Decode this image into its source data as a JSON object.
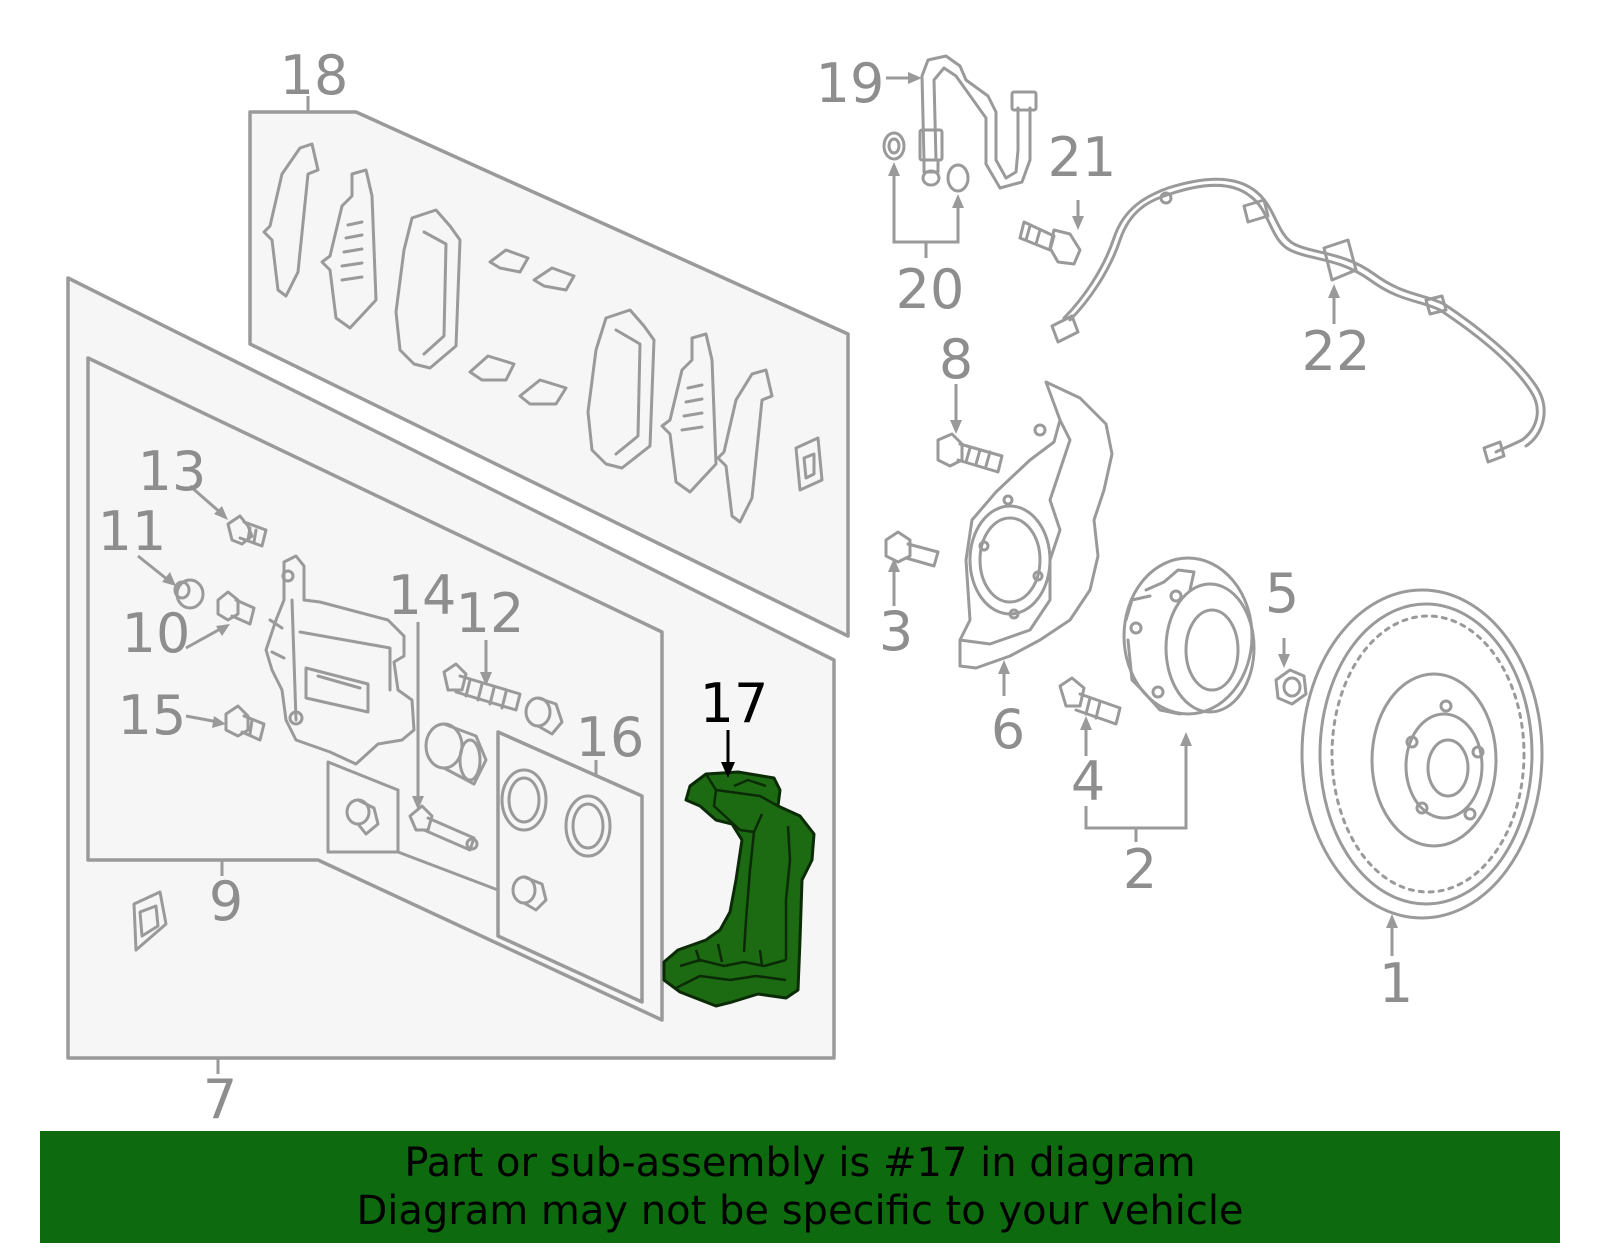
{
  "highlight_color": "#1c6b12",
  "banner_color": "#0e6a0e",
  "highlighted_part": "17",
  "callouts": {
    "c1": "1",
    "c2": "2",
    "c3": "3",
    "c4": "4",
    "c5": "5",
    "c6": "6",
    "c7": "7",
    "c8": "8",
    "c9": "9",
    "c10": "10",
    "c11": "11",
    "c12": "12",
    "c13": "13",
    "c14": "14",
    "c15": "15",
    "c16": "16",
    "c17": "17",
    "c18": "18",
    "c19": "19",
    "c20": "20",
    "c21": "21",
    "c22": "22"
  },
  "banner": {
    "line1": "Part or sub-assembly is #17 in diagram",
    "line2": "Diagram may not be specific to your vehicle"
  }
}
